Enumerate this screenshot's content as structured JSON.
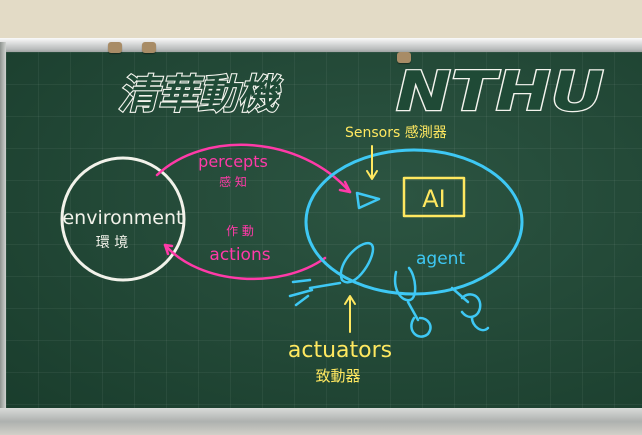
{
  "board": {
    "title_chinese": "清華動機",
    "title_latin": "NTHU"
  },
  "diagram": {
    "environment_en": "environment",
    "environment_zh": "環 境",
    "percepts_en": "percepts",
    "percepts_zh": "感 知",
    "actions_zh": "作 動",
    "actions_en": "actions",
    "sensors_label": "Sensors 感測器",
    "ai_label": "AI",
    "agent_label": "agent",
    "actuators_en": "actuators",
    "actuators_zh": "致動器"
  },
  "colors": {
    "chalk_white": "#f2f2ea",
    "chalk_pink": "#ff3aa8",
    "chalk_blue": "#3ec8f4",
    "chalk_yellow": "#ffe860",
    "board_green": "#1f4a36"
  }
}
